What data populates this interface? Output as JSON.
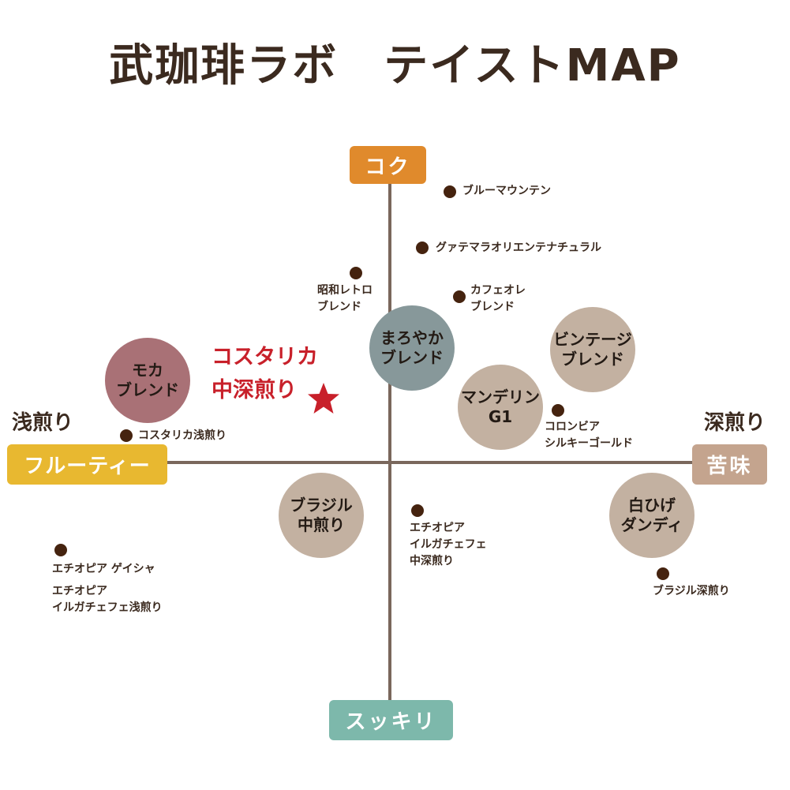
{
  "title": "武珈琲ラボ　テイストMAP",
  "axes": {
    "top": {
      "label": "コク",
      "color": "#e08a2c"
    },
    "bottom": {
      "label": "スッキリ",
      "color": "#7db8ab"
    },
    "left": {
      "label": "フルーティー",
      "color": "#e8b830"
    },
    "right": {
      "label": "苦味",
      "color": "#c4a48e"
    },
    "light_roast": "浅煎り",
    "dark_roast": "深煎り"
  },
  "featured": {
    "line1": "コスタリカ",
    "line2": "中深煎り",
    "icon": "star-icon",
    "color": "#c8202a"
  },
  "blends": [
    {
      "line1": "モカ",
      "line2": "ブレンド",
      "color": "#a97176"
    },
    {
      "line1": "まろやか",
      "line2": "ブレンド",
      "color": "#87989a"
    },
    {
      "line1": "ビンテージ",
      "line2": "ブレンド",
      "color": "#c3b1a1"
    },
    {
      "line1": "マンデリン",
      "line2": "G1",
      "color": "#c3b1a1"
    },
    {
      "line1": "ブラジル",
      "line2": "中煎り",
      "color": "#c3b1a1"
    },
    {
      "line1": "白ひげ",
      "line2": "ダンディ",
      "color": "#c3b1a1"
    }
  ],
  "beans": [
    {
      "lines": [
        "ブルーマウンテン"
      ]
    },
    {
      "lines": [
        "グァテマラオリエンテナチュラル"
      ]
    },
    {
      "lines": [
        "昭和レトロ",
        "ブレンド"
      ]
    },
    {
      "lines": [
        "カフェオレ",
        "ブレンド"
      ]
    },
    {
      "lines": [
        "コロンビア",
        "シルキーゴールド"
      ]
    },
    {
      "lines": [
        "コスタリカ浅煎り"
      ]
    },
    {
      "lines": [
        "エチオピア",
        "イルガチェフェ",
        "中深煎り"
      ]
    },
    {
      "lines": [
        "エチオピア ゲイシャ"
      ]
    },
    {
      "lines": [
        "エチオピア",
        "イルガチェフェ浅煎り"
      ]
    },
    {
      "lines": [
        "ブラジル深煎り"
      ]
    }
  ]
}
